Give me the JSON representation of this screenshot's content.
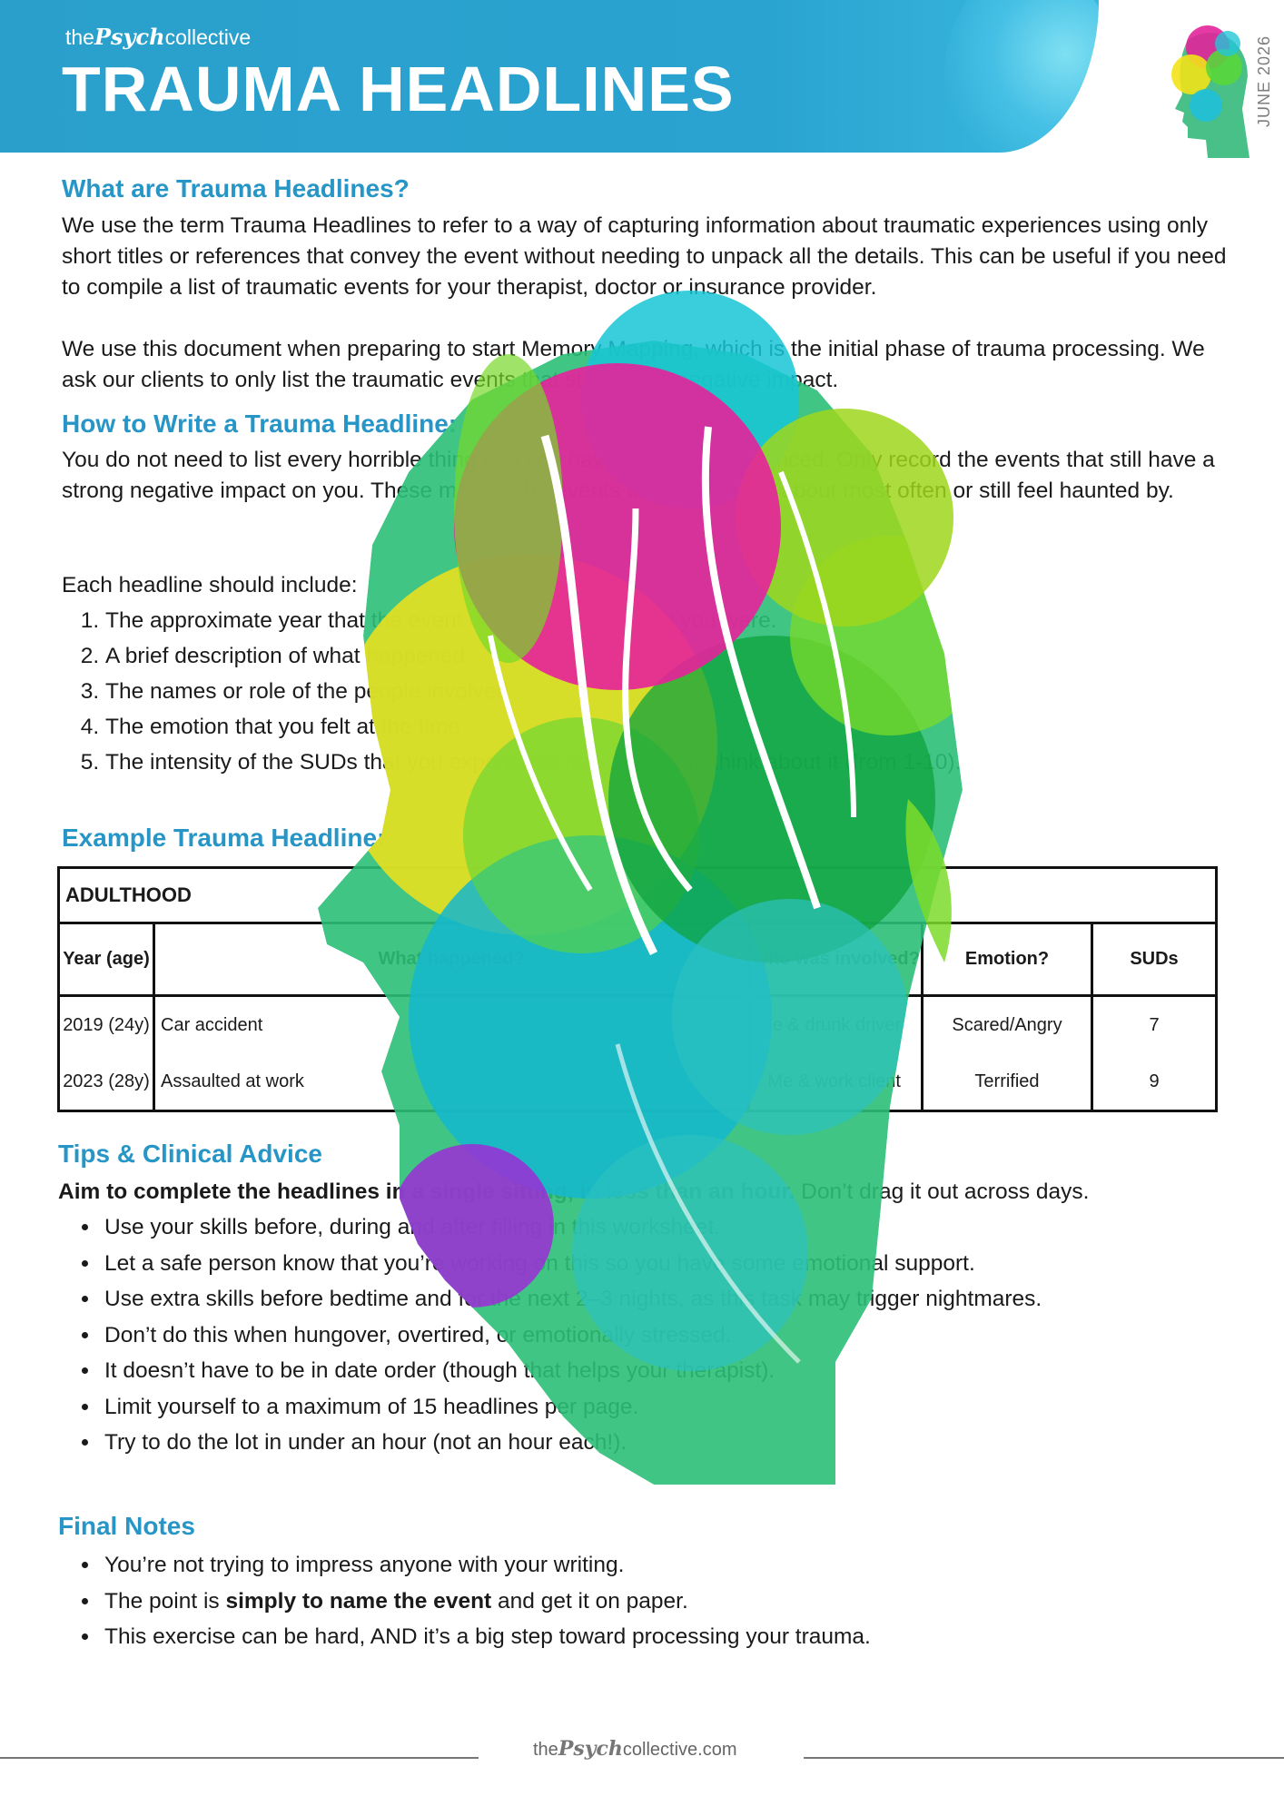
{
  "header": {
    "brand_pre": "the",
    "brand_script": "Psych",
    "brand_post": "collective",
    "title": "TRAUMA HEADLINES",
    "date": "JUNE 2026"
  },
  "intro": {
    "heading": "What are Trauma Headlines?",
    "para1": "We use the term Trauma Headlines to refer to a way of capturing information about traumatic experiences using only short titles or references that convey the event without needing to unpack all the details. This can be useful if you need to compile a list of traumatic events for your therapist, doctor or insurance provider.",
    "para2": "We use this document when preparing to start Memory Mapping, which is the initial phase of trauma processing. We ask our clients to only list the traumatic events that still have a negative impact."
  },
  "how_to": {
    "heading": "How to Write a Trauma Headline:",
    "para": "You do not need to list every horrible thing that you have seen or experienced. Only record the events that still have a strong negative impact on you. These may be the events that you dream about most often or still feel haunted by.",
    "include_label": "Each headline should include:",
    "steps": [
      "The approximate year that the event occured and how old you were.",
      "A brief description of what happened",
      "The names or role of the people involved",
      "The emotion that you felt at the time",
      "The intensity of the SUDs that you experience now when you think about it (from 1-10)."
    ]
  },
  "example": {
    "heading": "Example Trauma Headline:",
    "section": "ADULTHOOD",
    "columns": [
      "Year (age)",
      "What happened?",
      "Who was involved?",
      "Emotion?",
      "SUDs"
    ],
    "rows": [
      [
        "2019 (24y)",
        "Car accident",
        "Me & drunk driver",
        "Scared/Angry",
        "7"
      ],
      [
        "2023 (28y)",
        "Assaulted at work",
        "Me & work client",
        "Terrified",
        "9"
      ]
    ]
  },
  "tips": {
    "heading": "Tips & Clinical Advice",
    "lead_bold": "Aim to complete the headlines in a single sitting, in less than an hour.",
    "lead_rest": " Don’t drag it out across days.",
    "items": [
      "Use your skills before, during and after filling in this worksheet.",
      "Let a safe person know that you’re working on this so you have some emotional support.",
      "Use extra skills before bedtime and for the next 2–3 nights, as this task may trigger nightmares.",
      "Don’t do this when hungover, overtired, or emotionally stressed.",
      "It doesn’t have to be in date order (though that helps your therapist).",
      "Limit yourself to a maximum of 15 headlines per page.",
      "Try to do the lot in under an hour (not an hour each!)."
    ]
  },
  "final": {
    "heading": "Final Notes",
    "item1": "You’re not trying to impress anyone with your writing.",
    "item2_pre": "The point is ",
    "item2_bold": "simply to name the event",
    "item2_post": " and get it on paper.",
    "item3": "This exercise can be hard, AND it’s a big step toward processing your trauma."
  },
  "footer": {
    "pre": "the",
    "script": "Psych",
    "post": "collective.com"
  }
}
